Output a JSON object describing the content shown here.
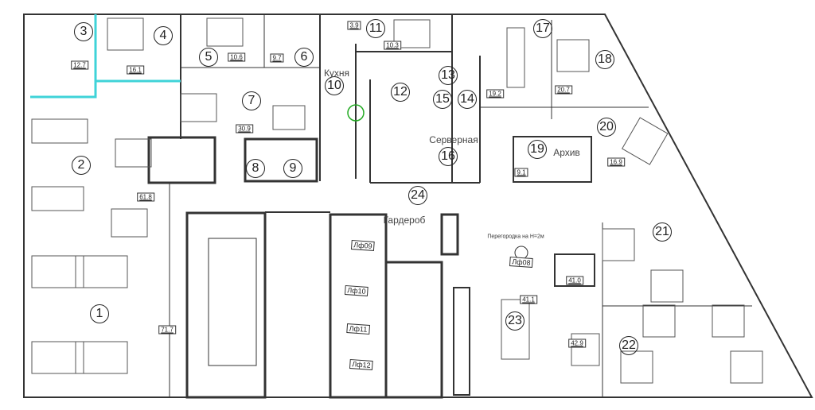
{
  "rooms": [
    {
      "num": "1",
      "area": "71.7"
    },
    {
      "num": "2",
      "area": "61.8"
    },
    {
      "num": "3",
      "area": "12.7"
    },
    {
      "num": "4",
      "area": "16.1"
    },
    {
      "num": "5",
      "area": "10.6"
    },
    {
      "num": "6",
      "area": "9.7"
    },
    {
      "num": "7",
      "area": "30.9"
    },
    {
      "num": "8"
    },
    {
      "num": "9"
    },
    {
      "num": "10",
      "name": "Кухня"
    },
    {
      "num": "11",
      "area": "10.3",
      "area2": "3.9"
    },
    {
      "num": "12"
    },
    {
      "num": "13"
    },
    {
      "num": "14"
    },
    {
      "num": "15"
    },
    {
      "num": "16",
      "name": "Серверная"
    },
    {
      "num": "17",
      "area": "19.2"
    },
    {
      "num": "18",
      "area": "20.7"
    },
    {
      "num": "19",
      "name": "Архив",
      "area": "9.1"
    },
    {
      "num": "20",
      "area": "16.9"
    },
    {
      "num": "21",
      "area": "41.0"
    },
    {
      "num": "22",
      "area": "42.9"
    },
    {
      "num": "23",
      "area": "41.1"
    },
    {
      "num": "24"
    }
  ],
  "labels": {
    "wardrobe": "Гардероб",
    "partition": "Перегородка на H=2м"
  },
  "lifts": [
    "Лф08",
    "Лф09",
    "Лф10",
    "Лф11",
    "Лф12"
  ]
}
